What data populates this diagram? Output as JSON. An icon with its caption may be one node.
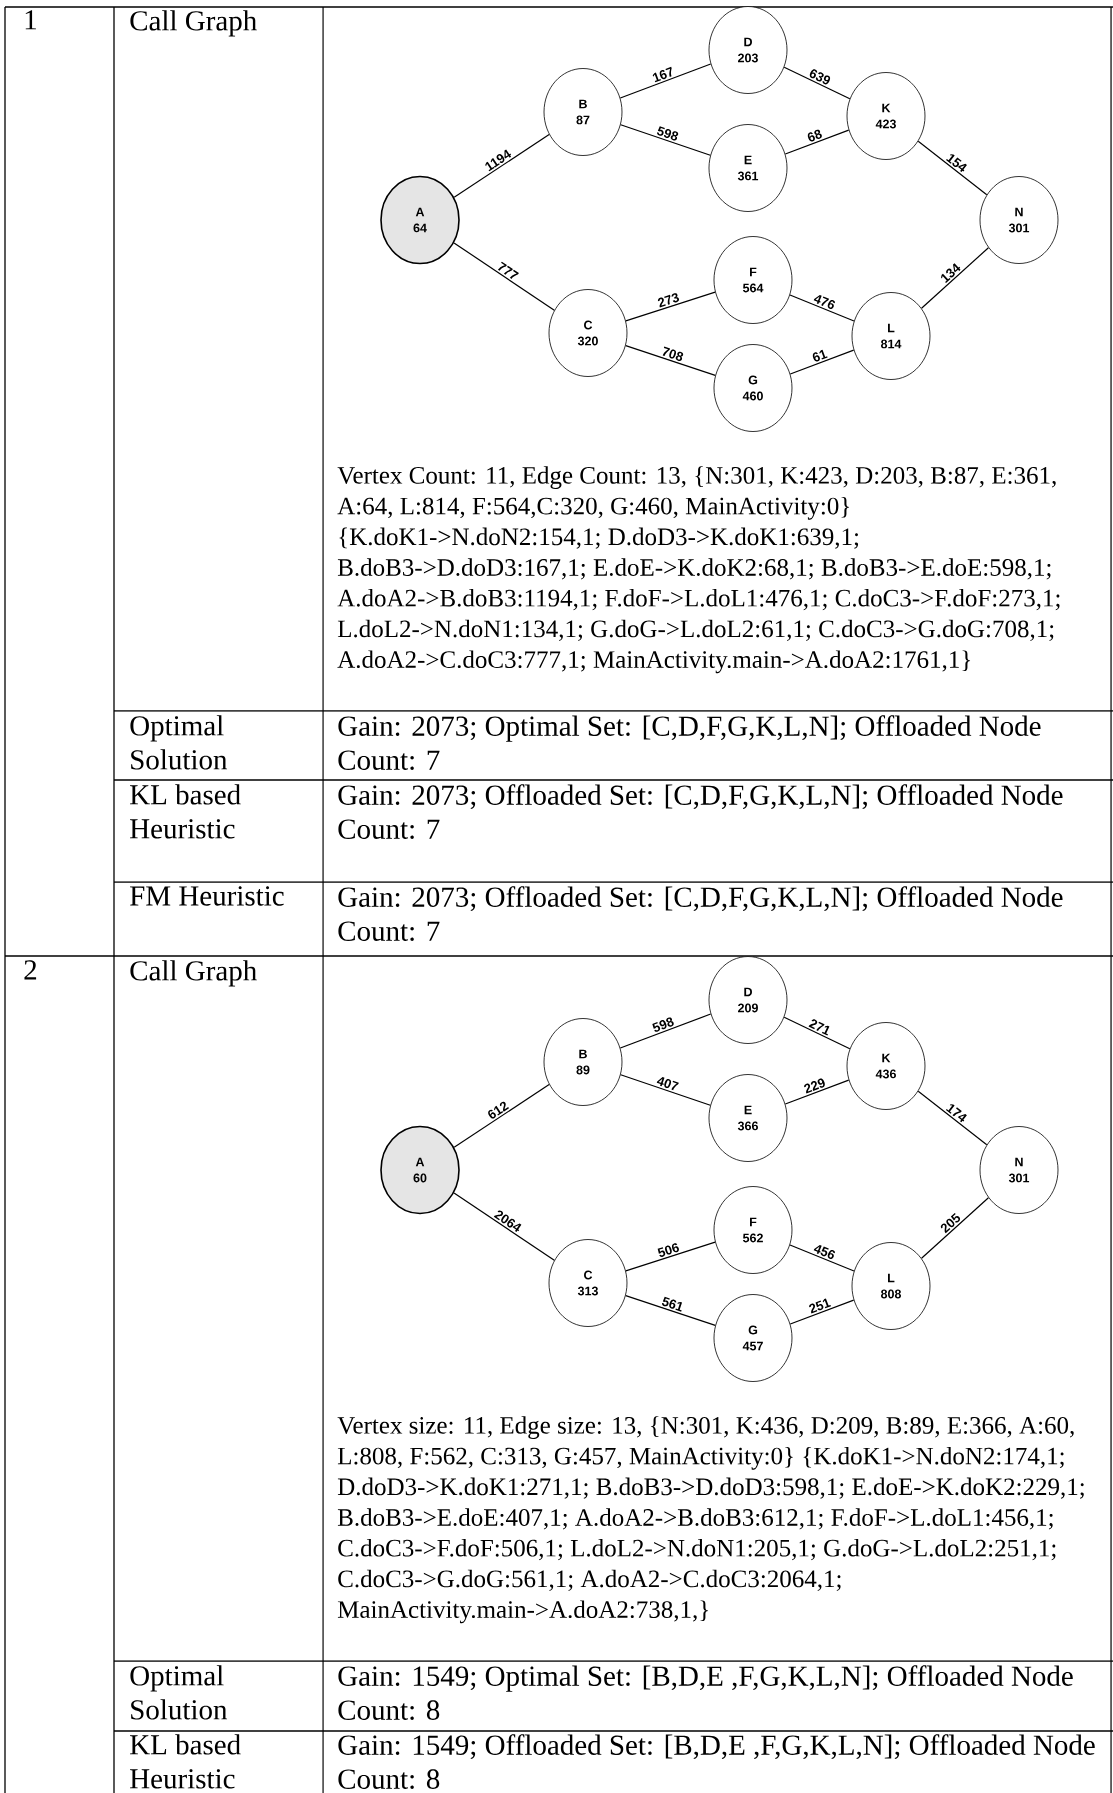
{
  "diagram": {
    "nodes": [
      {
        "text": [
          "A",
          "64"
        ]
      },
      {
        "text": [
          "B",
          "87"
        ]
      },
      {
        "text": [
          "C",
          "320"
        ]
      },
      {
        "text": [
          "D",
          "203"
        ]
      },
      {
        "text": [
          "E",
          "361"
        ]
      },
      {
        "text": [
          "F",
          "564"
        ]
      },
      {
        "text": [
          "G",
          "460"
        ]
      },
      {
        "text": [
          "K",
          "423"
        ]
      },
      {
        "text": [
          "L",
          "814"
        ]
      },
      {
        "text": [
          "N",
          "301"
        ]
      },
      {
        "text": [
          "A",
          "60"
        ]
      },
      {
        "text": [
          "B",
          "89"
        ]
      },
      {
        "text": [
          "C",
          "313"
        ]
      },
      {
        "text": [
          "D",
          "209"
        ]
      },
      {
        "text": [
          "E",
          "366"
        ]
      },
      {
        "text": [
          "F",
          "562"
        ]
      },
      {
        "text": [
          "G",
          "457"
        ]
      },
      {
        "text": [
          "K",
          "436"
        ]
      },
      {
        "text": [
          "L",
          "808"
        ]
      },
      {
        "text": [
          "N",
          "301"
        ]
      }
    ],
    "edges": [
      {
        "from": 0,
        "to": 1,
        "arrow": "none",
        "label": "1194"
      },
      {
        "from": 0,
        "to": 2,
        "arrow": "none",
        "label": "777"
      },
      {
        "from": 1,
        "to": 3,
        "arrow": "none",
        "label": "167"
      },
      {
        "from": 1,
        "to": 4,
        "arrow": "none",
        "label": "598"
      },
      {
        "from": 3,
        "to": 7,
        "arrow": "none",
        "label": "639"
      },
      {
        "from": 4,
        "to": 7,
        "arrow": "none",
        "label": "68"
      },
      {
        "from": 2,
        "to": 5,
        "arrow": "none",
        "label": "273"
      },
      {
        "from": 2,
        "to": 6,
        "arrow": "none",
        "label": "708"
      },
      {
        "from": 5,
        "to": 8,
        "arrow": "none",
        "label": "476"
      },
      {
        "from": 6,
        "to": 8,
        "arrow": "none",
        "label": "61"
      },
      {
        "from": 7,
        "to": 9,
        "arrow": "none",
        "label": "154"
      },
      {
        "from": 8,
        "to": 9,
        "arrow": "none",
        "label": "134"
      },
      {
        "from": 10,
        "to": 11,
        "arrow": "none",
        "label": "612"
      },
      {
        "from": 10,
        "to": 12,
        "arrow": "none",
        "label": "2064"
      },
      {
        "from": 11,
        "to": 13,
        "arrow": "none",
        "label": "598"
      },
      {
        "from": 11,
        "to": 14,
        "arrow": "none",
        "label": "407"
      },
      {
        "from": 13,
        "to": 17,
        "arrow": "none",
        "label": "271"
      },
      {
        "from": 14,
        "to": 17,
        "arrow": "none",
        "label": "229"
      },
      {
        "from": 12,
        "to": 15,
        "arrow": "none",
        "label": "506"
      },
      {
        "from": 12,
        "to": 16,
        "arrow": "none",
        "label": "561"
      },
      {
        "from": 15,
        "to": 18,
        "arrow": "none",
        "label": "456"
      },
      {
        "from": 16,
        "to": 18,
        "arrow": "none",
        "label": "251"
      },
      {
        "from": 17,
        "to": 19,
        "arrow": "none",
        "label": "174"
      },
      {
        "from": 18,
        "to": 19,
        "arrow": "none",
        "label": "205"
      }
    ],
    "labels": [
      "1",
      "Call Graph",
      "Vertex Count: 11, Edge Count: 13, {N:301, K:423, D:203, B:87, E:361, A:64, L:814, F:564,C:320, G:460, MainActivity:0} {K.doK1->N.doN2:154,1; D.doD3->K.doK1:639,1; B.doB3->D.doD3:167,1; E.doE->K.doK2:68,1; B.doB3->E.doE:598,1; A.doA2->B.doB3:1194,1; F.doF->L.doL1:476,1; C.doC3->F.doF:273,1; L.doL2->N.doN1:134,1; G.doG->L.doL2:61,1; C.doC3->G.doG:708,1; A.doA2->C.doC3:777,1; MainActivity.main->A.doA2:1761,1}",
      "Optimal Solution",
      "Gain: 2073; Optimal Set: [C,D,F,G,K,L,N]; Offloaded Node Count: 7",
      "KL based Heuristic",
      "Gain: 2073; Offloaded Set: [C,D,F,G,K,L,N]; Offloaded Node Count: 7",
      "FM Heuristic",
      "Gain: 2073; Offloaded Set: [C,D,F,G,K,L,N]; Offloaded Node Count: 7",
      "2",
      "Call Graph",
      "Vertex size: 11, Edge size: 13, {N:301, K:436, D:209, B:89, E:366, A:60, L:808, F:562, C:313, G:457, MainActivity:0} {K.doK1->N.doN2:174,1; D.doD3->K.doK1:271,1; B.doB3->D.doD3:598,1; E.doE->K.doK2:229,1; B.doB3->E.doE:407,1; A.doA2->B.doB3:612,1; F.doF->L.doL1:456,1; C.doC3->F.doF:506,1; L.doL2->N.doN1:205,1; G.doG->L.doL2:251,1; C.doC3->G.doG:561,1; A.doA2->C.doC3:2064,1; MainActivity.main->A.doA2:738,1,}",
      "Optimal Solution",
      "Gain: 1549; Optimal Set: [B,D,E ,F,G,K,L,N]; Offloaded Node Count: 8",
      "KL based Heuristic",
      "Gain: 1549; Offloaded Set: [B,D,E ,F,G,K,L,N]; Offloaded Node Count: 8"
    ]
  }
}
